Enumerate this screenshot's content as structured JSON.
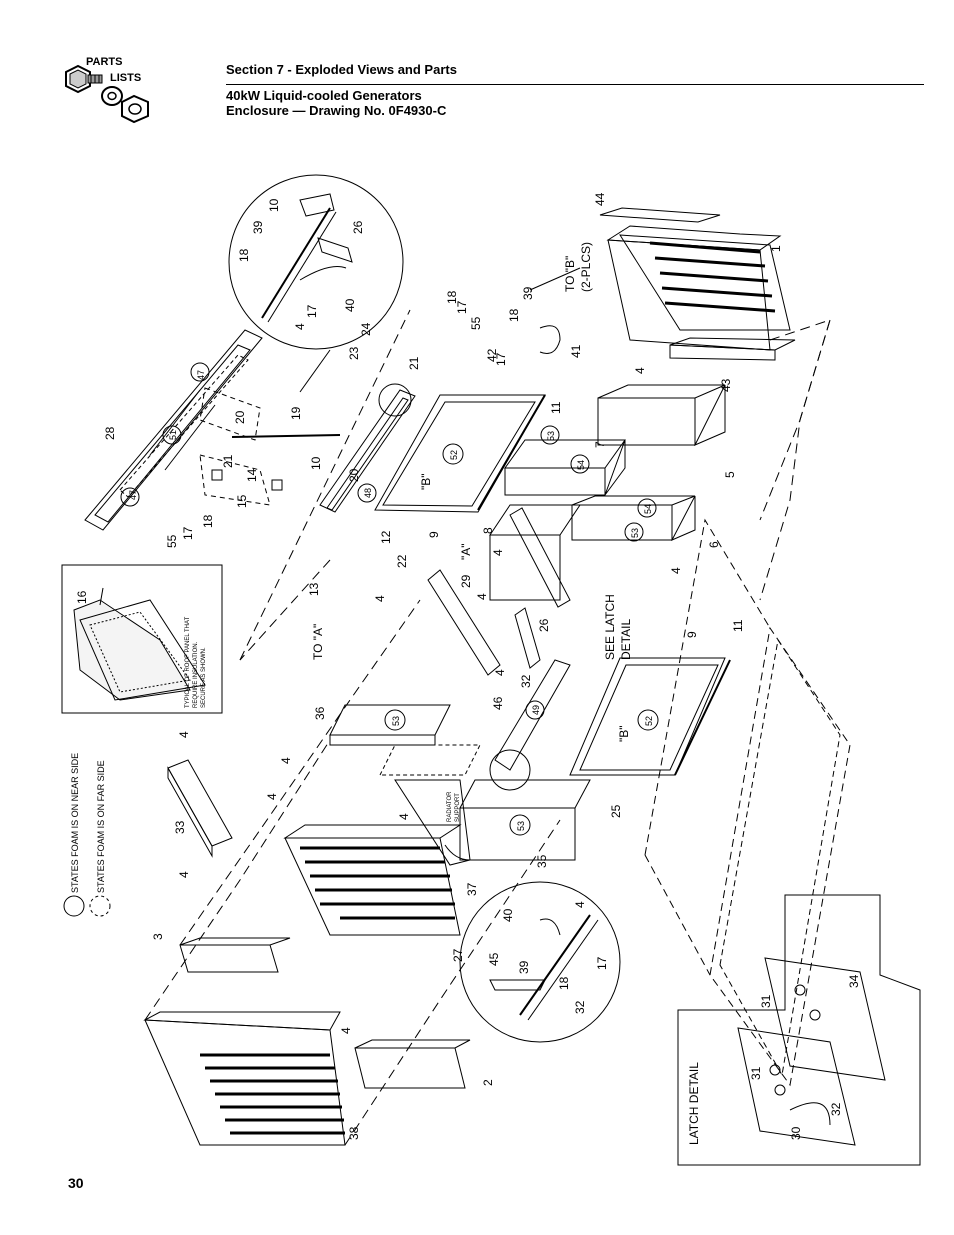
{
  "logo": {
    "line1": "PARTS",
    "line2": "LISTS"
  },
  "header": {
    "section_title": "Section 7 - Exploded Views and Parts",
    "subtitle_line1": "40kW Liquid-cooled Generators",
    "subtitle_line2": "Enclosure — Drawing No. 0F4930-C"
  },
  "page_number": "30",
  "legend": {
    "near_side": "STATES FOAM IS ON NEAR SIDE",
    "far_side": "STATES FOAM IS ON FAR SIDE"
  },
  "inset_roof": {
    "number": "16",
    "line1": "TYPICAL OF ROOF PANEL THAT",
    "line2": "REQUIRE INSULATION.",
    "line3": "SECURE AS SHOWN."
  },
  "latch_detail": {
    "title": "LATCH DETAIL"
  },
  "notes": {
    "to_a": "TO \"A\"",
    "to_b_line1": "TO \"B\"",
    "to_b_line2": "(2-PLCS)",
    "see_latch_line1": "SEE LATCH",
    "see_latch_line2": "DETAIL",
    "radiator_line1": "RADIATOR",
    "radiator_line2": "SUPPORT",
    "ref_a": "\"A\"",
    "ref_b": "\"B\""
  },
  "callouts": {
    "n1": "1",
    "n2": "2",
    "n3": "3",
    "n4": "4",
    "n5": "5",
    "n6": "6",
    "n7": "7",
    "n8": "8",
    "n9": "9",
    "n10": "10",
    "n11": "11",
    "n12": "12",
    "n13": "13",
    "n14": "14",
    "n15": "15",
    "n17": "17",
    "n18": "18",
    "n19": "19",
    "n20": "20",
    "n21": "21",
    "n22": "22",
    "n23": "23",
    "n24": "24",
    "n25": "25",
    "n26": "26",
    "n27": "27",
    "n28": "28",
    "n29": "29",
    "n30": "30",
    "n31": "31",
    "n32": "32",
    "n33": "33",
    "n34": "34",
    "n35": "35",
    "n36": "36",
    "n37": "37",
    "n38": "38",
    "n39": "39",
    "n40": "40",
    "n41": "41",
    "n42": "42",
    "n43": "43",
    "n44": "44",
    "n45": "45",
    "n46": "46",
    "n47": "47",
    "n48": "48",
    "n49": "49",
    "n51": "51",
    "n52": "52",
    "n53": "53",
    "n54": "54",
    "n55": "55"
  }
}
